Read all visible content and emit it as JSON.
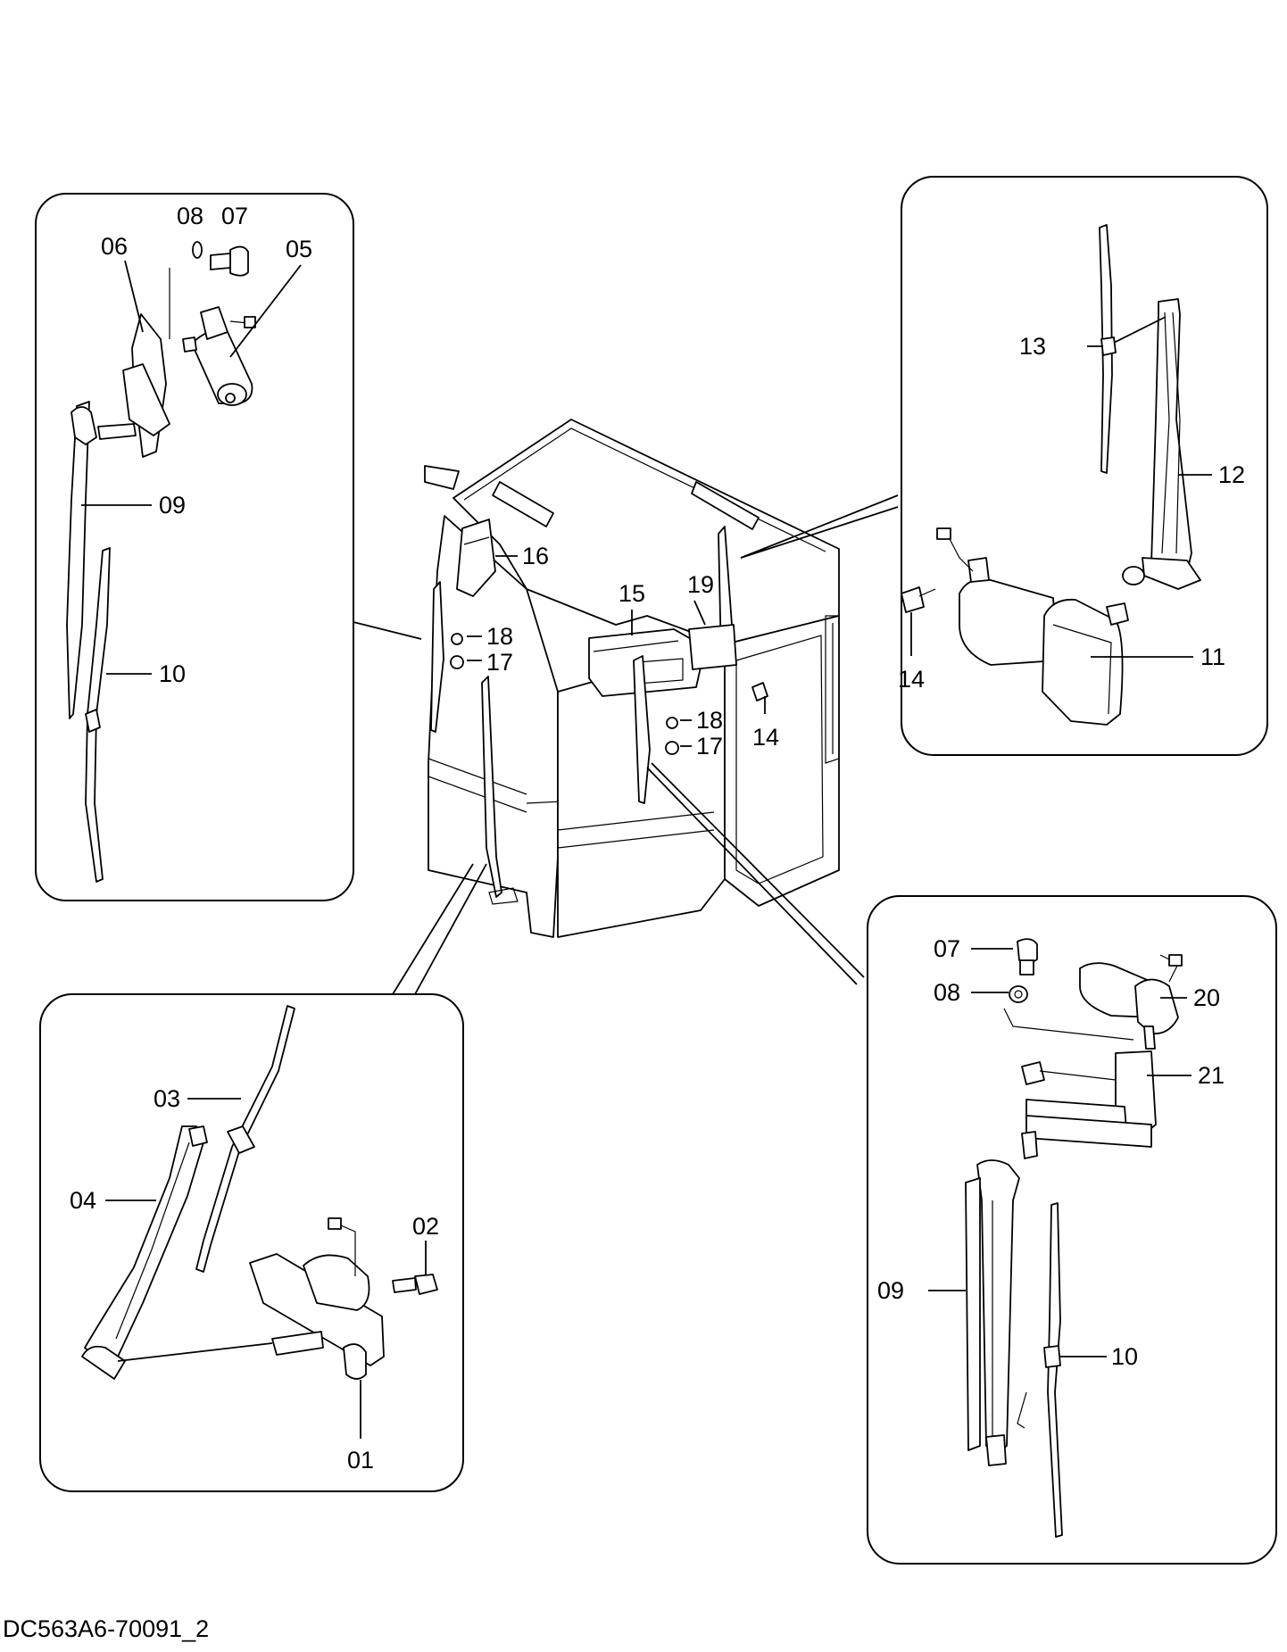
{
  "figure_id": "DC563A6-70091_2",
  "callouts": {
    "top_left": [
      "06",
      "08",
      "07",
      "05",
      "09",
      "10"
    ],
    "center": [
      "16",
      "18",
      "17",
      "15",
      "19",
      "18",
      "17",
      "14"
    ],
    "top_right": [
      "13",
      "12",
      "14",
      "11"
    ],
    "bottom_left": [
      "03",
      "04",
      "02",
      "01"
    ],
    "bottom_right": [
      "07",
      "08",
      "20",
      "21",
      "09",
      "10"
    ]
  }
}
